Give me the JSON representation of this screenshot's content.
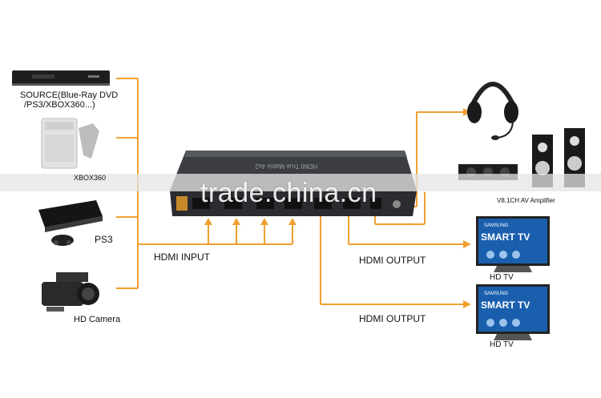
{
  "colors": {
    "connector": "#f0a030",
    "device_dark": "#2b2b2b",
    "tv_screen": "#1a5fae"
  },
  "sources": [
    {
      "name": "bluray-player",
      "label": "SOURCE(Blue-Ray DVD\n/PS3/XBOX360...)",
      "label_line1": "SOURCE(Blue-Ray DVD",
      "label_line2": "/PS3/XBOX360...)"
    },
    {
      "name": "xbox",
      "label": "XBOX360"
    },
    {
      "name": "ps3",
      "label": "PS3"
    },
    {
      "name": "hd-camera",
      "label": "HD Camera"
    }
  ],
  "connections": {
    "input_label": "HDMI INPUT",
    "output_label_1": "HDMI OUTPUT",
    "output_label_2": "HDMI OUTPUT"
  },
  "outputs": [
    {
      "name": "headphones",
      "label": ""
    },
    {
      "name": "amplifier-speakers",
      "label": "V8.1CH AV Amplifier"
    },
    {
      "name": "tv-1",
      "label": "HD TV",
      "brand": "SAMSUNG",
      "screen_text": "SMART TV"
    },
    {
      "name": "tv-2",
      "label": "HD TV",
      "brand": "SAMSUNG",
      "screen_text": "SMART TV"
    }
  ],
  "device": {
    "front_text": "HDMI True Matrix 4x2"
  },
  "watermark": "trade.china.cn"
}
